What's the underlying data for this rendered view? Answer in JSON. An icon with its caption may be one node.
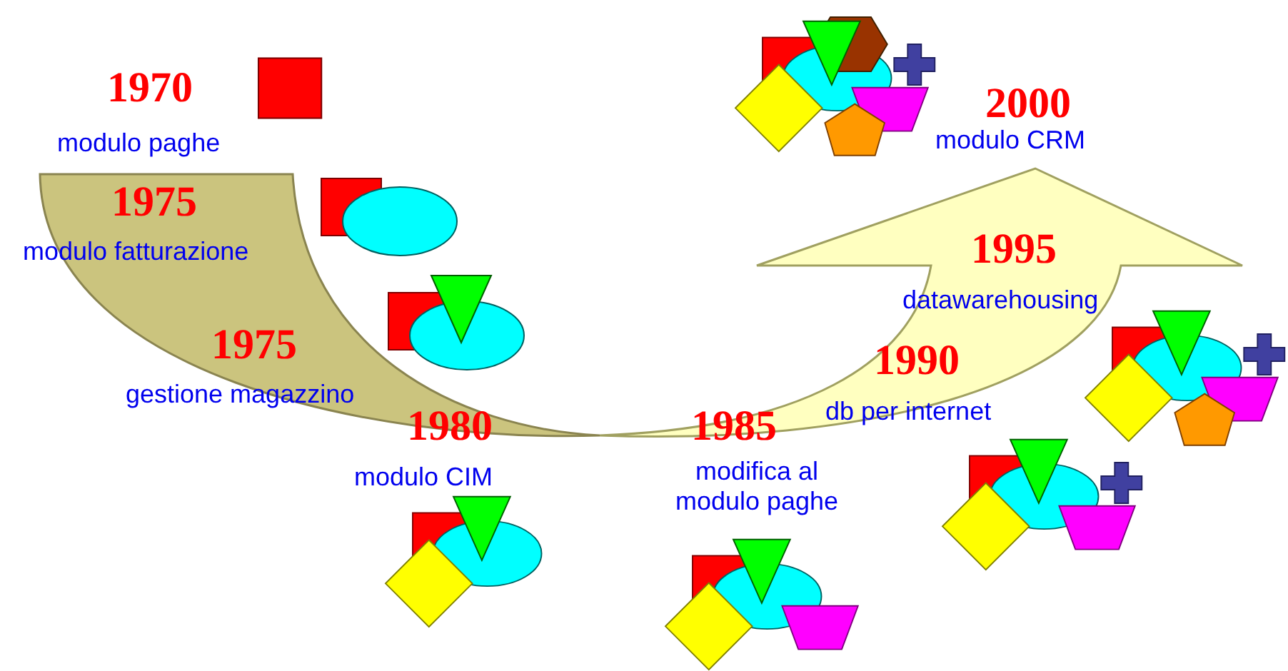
{
  "diagram": {
    "labels": [
      "1970",
      "modulo paghe",
      "1975",
      "modulo fatturazione",
      "1975",
      "gestione magazzino",
      "1980",
      "modulo CIM",
      "1985",
      "modifica al modulo paghe",
      "1990",
      "db per internet",
      "1995",
      "datawarehousing",
      "2000",
      "modulo CRM"
    ]
  }
}
